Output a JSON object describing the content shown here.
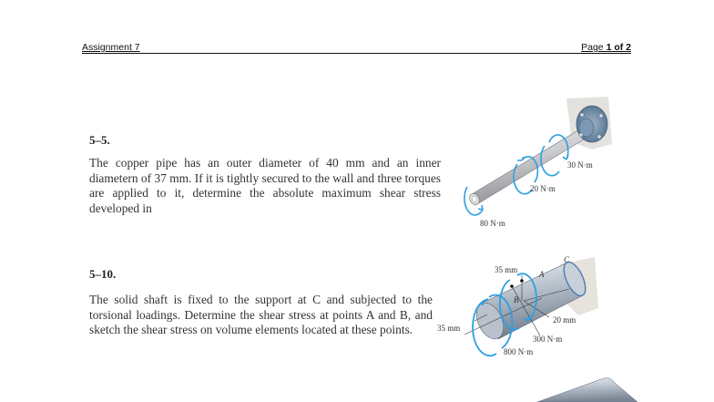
{
  "header": {
    "left": "Assignment 7",
    "right_prefix": "Page ",
    "page_current": "1",
    "right_mid": " of ",
    "page_total": "2"
  },
  "problems": [
    {
      "number": "5–5.",
      "text": "The copper pipe has an outer diameter of 40 mm and an inner diametern of 37 mm. If it is tightly secured to the wall and three torques are applied to it, determine the absolute maximum shear stress developed in",
      "figure": {
        "labels": [
          "30 N·m",
          "20 N·m",
          "80 N·m"
        ]
      }
    },
    {
      "number": "5–10.",
      "text": "The solid shaft is fixed to the support at C and subjected to the torsional loadings. Determine the shear stress at points A and B, and sketch the shear stress on volume elements located at these points.",
      "figure": {
        "labels": [
          "35 mm",
          "A",
          "C",
          "B",
          "20 mm",
          "35 mm",
          "300 N·m",
          "800 N·m"
        ]
      }
    }
  ]
}
